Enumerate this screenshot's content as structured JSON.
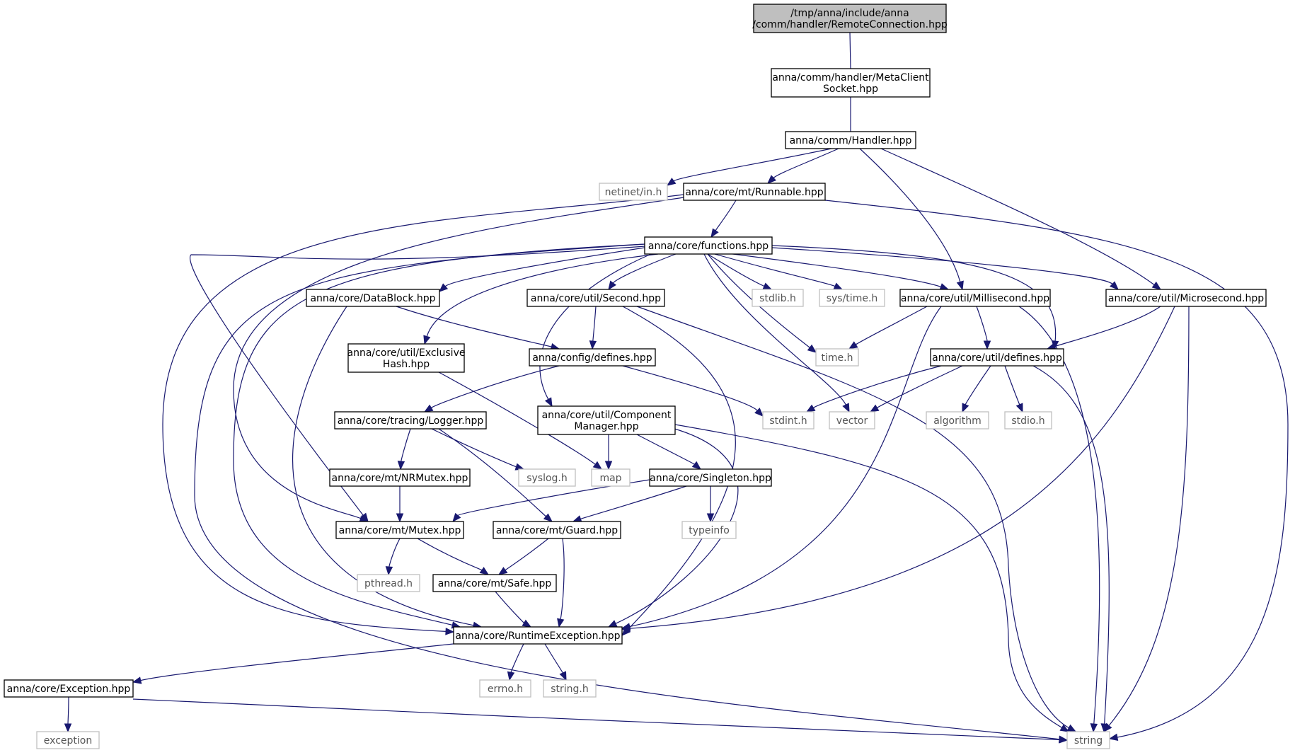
{
  "graph": {
    "colors": {
      "edge": "#191970",
      "root_fill": "#bfbfbf",
      "local_border": "#000000",
      "external_border": "#bfbfbf"
    },
    "nodes": {
      "root": {
        "lines": [
          "/tmp/anna/include/anna",
          "/comm/handler/RemoteConnection.hpp"
        ]
      },
      "metaclient": {
        "lines": [
          "anna/comm/handler/MetaClient",
          "Socket.hpp"
        ]
      },
      "handler": {
        "lines": [
          "anna/comm/Handler.hpp"
        ]
      },
      "netinet": {
        "lines": [
          "netinet/in.h"
        ]
      },
      "runnable": {
        "lines": [
          "anna/core/mt/Runnable.hpp"
        ]
      },
      "functions": {
        "lines": [
          "anna/core/functions.hpp"
        ]
      },
      "datablock": {
        "lines": [
          "anna/core/DataBlock.hpp"
        ]
      },
      "second": {
        "lines": [
          "anna/core/util/Second.hpp"
        ]
      },
      "stdlib": {
        "lines": [
          "stdlib.h"
        ]
      },
      "systime": {
        "lines": [
          "sys/time.h"
        ]
      },
      "millisecond": {
        "lines": [
          "anna/core/util/Millisecond.hpp"
        ]
      },
      "microsecond": {
        "lines": [
          "anna/core/util/Microsecond.hpp"
        ]
      },
      "exclusivehash": {
        "lines": [
          "anna/core/util/Exclusive",
          "Hash.hpp"
        ]
      },
      "configdefines": {
        "lines": [
          "anna/config/defines.hpp"
        ]
      },
      "timeh": {
        "lines": [
          "time.h"
        ]
      },
      "utildefines": {
        "lines": [
          "anna/core/util/defines.hpp"
        ]
      },
      "logger": {
        "lines": [
          "anna/core/tracing/Logger.hpp"
        ]
      },
      "component": {
        "lines": [
          "anna/core/util/Component",
          "Manager.hpp"
        ]
      },
      "stdint": {
        "lines": [
          "stdint.h"
        ]
      },
      "vector": {
        "lines": [
          "vector"
        ]
      },
      "algorithm": {
        "lines": [
          "algorithm"
        ]
      },
      "stdio": {
        "lines": [
          "stdio.h"
        ]
      },
      "nrmutex": {
        "lines": [
          "anna/core/mt/NRMutex.hpp"
        ]
      },
      "syslog": {
        "lines": [
          "syslog.h"
        ]
      },
      "map": {
        "lines": [
          "map"
        ]
      },
      "singleton": {
        "lines": [
          "anna/core/Singleton.hpp"
        ]
      },
      "mutex": {
        "lines": [
          "anna/core/mt/Mutex.hpp"
        ]
      },
      "guard": {
        "lines": [
          "anna/core/mt/Guard.hpp"
        ]
      },
      "typeinfo": {
        "lines": [
          "typeinfo"
        ]
      },
      "pthread": {
        "lines": [
          "pthread.h"
        ]
      },
      "safe": {
        "lines": [
          "anna/core/mt/Safe.hpp"
        ]
      },
      "runtimeex": {
        "lines": [
          "anna/core/RuntimeException.hpp"
        ]
      },
      "exceptionhpp": {
        "lines": [
          "anna/core/Exception.hpp"
        ]
      },
      "errno": {
        "lines": [
          "errno.h"
        ]
      },
      "stringh": {
        "lines": [
          "string.h"
        ]
      },
      "exception": {
        "lines": [
          "exception"
        ]
      },
      "string": {
        "lines": [
          "string"
        ]
      }
    }
  }
}
